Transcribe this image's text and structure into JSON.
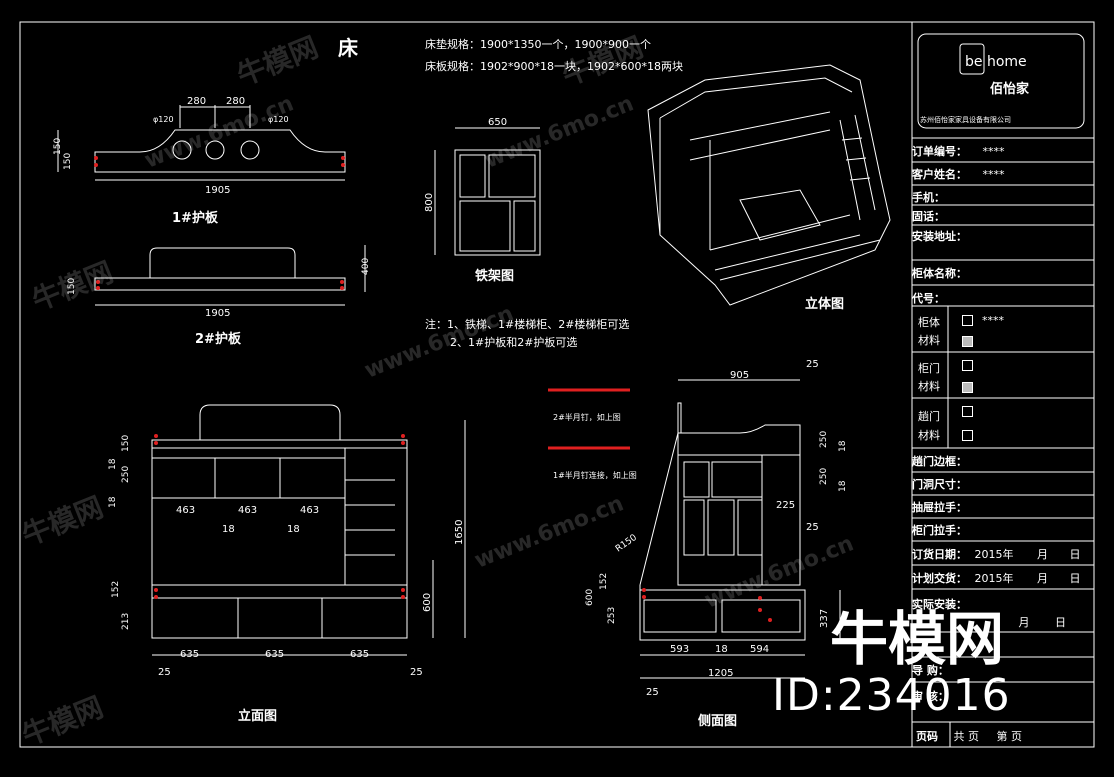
{
  "drawing": {
    "main_title": "床",
    "specs": [
      "床垫规格：1900*1350一个，1900*900一个",
      "床板规格：1902*900*18一块，1902*600*18两块"
    ],
    "notes": [
      "注：1、铁梯、1#楼梯柜、2#楼梯柜可选",
      "2、1#护板和2#护板可选"
    ],
    "views": {
      "guard1": "1#护板",
      "guard2": "2#护板",
      "frame": "铁架图",
      "iso": "立体图",
      "elevation": "立面图",
      "side": "侧面图"
    },
    "hardware": [
      "2#半月钉，如上图",
      "1#半月钉连接，如上图"
    ],
    "dims": {
      "g1_top1": "280",
      "g1_top2": "280",
      "g1_len": "1905",
      "g1_h1": "150",
      "g1_h2": "150",
      "g1_c1": "φ120",
      "g1_c2": "φ120",
      "g2_len": "1905",
      "g2_h": "400",
      "g2_h2": "150",
      "frame_w": "650",
      "frame_h": "800",
      "el_150": "150",
      "el_18a": "18",
      "el_250": "250",
      "el_18b": "18",
      "el_463a": "463",
      "el_463b": "463",
      "el_463c": "463",
      "el_18c": "18",
      "el_18d": "18",
      "el_1650": "1650",
      "el_600": "600",
      "el_152": "152",
      "el_213": "213",
      "el_635a": "635",
      "el_635b": "635",
      "el_635c": "635",
      "el_25a": "25",
      "el_25b": "25",
      "sd_905": "905",
      "sd_25a": "25",
      "sd_250": "250",
      "sd_18a": "18",
      "sd_250b": "250",
      "sd_18b": "18",
      "sd_225": "225",
      "sd_25b": "25",
      "sd_r": "R150",
      "sd_600": "600",
      "sd_152": "152",
      "sd_253": "253",
      "sd_337": "337",
      "sd_593": "593",
      "sd_18c": "18",
      "sd_594": "594",
      "sd_1205": "1205",
      "sd_25c": "25"
    }
  },
  "title_block": {
    "logo_en": "be home",
    "logo_cn": "佰怡家",
    "company": "苏州佰怡家家具设备有限公司",
    "rows": [
      {
        "label": "订单编号：",
        "value": "****"
      },
      {
        "label": "客户姓名：",
        "value": "****"
      },
      {
        "label": "手机：",
        "value": ""
      },
      {
        "label": "固话：",
        "value": ""
      },
      {
        "label": "安装地址：",
        "value": ""
      },
      {
        "label": "柜体名称：",
        "value": ""
      },
      {
        "label": "代号：",
        "value": ""
      }
    ],
    "materials": [
      {
        "label1": "柜体",
        "label2": "材料",
        "value": "****"
      },
      {
        "label1": "柜门",
        "label2": "材料",
        "value": ""
      },
      {
        "label1": "趟门",
        "label2": "材料",
        "value": ""
      }
    ],
    "rows2": [
      {
        "label": "趟门边框：",
        "value": ""
      },
      {
        "label": "门洞尺寸：",
        "value": ""
      },
      {
        "label": "抽屉拉手：",
        "value": ""
      },
      {
        "label": "柜门拉手：",
        "value": ""
      }
    ],
    "order_date": {
      "label": "订货日期：",
      "year": "2015年",
      "month": "月",
      "day": "日"
    },
    "plan_date": {
      "label": "计划交货：",
      "year": "2015年",
      "month": "月",
      "day": "日"
    },
    "install_date": {
      "label": "实际安装：",
      "month": "月",
      "day": "日"
    },
    "guide": "导 购：",
    "check": "审 核：",
    "page": {
      "label": "页码",
      "total": "共 页",
      "current": "第 页"
    }
  },
  "watermark": {
    "brand": "牛模网",
    "site": "www.6mo.cn",
    "id": "ID:234016"
  },
  "colors": {
    "line": "#ffffff",
    "accent": "#e02020",
    "bg": "#000000"
  }
}
